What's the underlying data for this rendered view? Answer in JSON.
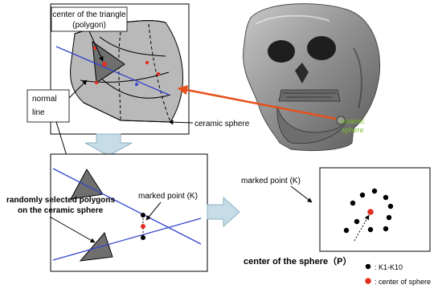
{
  "labels": {
    "triangle_center_line1": "center of the triangle",
    "triangle_center_line2": "(polygon)",
    "normal_line_line1": "normal",
    "normal_line_line2": "line",
    "ceramic_sphere": "ceramic sphere",
    "ceramic_sphere_on_skull_line1": "ceramic",
    "ceramic_sphere_on_skull_line2": "sphere",
    "random_polygons_line1": "randomly selected polygons",
    "random_polygons_line2": "on  the ceramic sphere",
    "marked_point_mid": "marked point (K)",
    "marked_point_right": "marked point (K)",
    "center_of_sphere": "center of the sphere（P）",
    "legend_black": ": K1-K10",
    "legend_red": ": center of sphere"
  },
  "colors": {
    "arrow_orange": "#e8501a",
    "ceramic_green": "#7bbf2a",
    "normal_blue": "#3344cc",
    "center_red": "#e03020",
    "flow_arrow_fill": "#c6dde8"
  }
}
